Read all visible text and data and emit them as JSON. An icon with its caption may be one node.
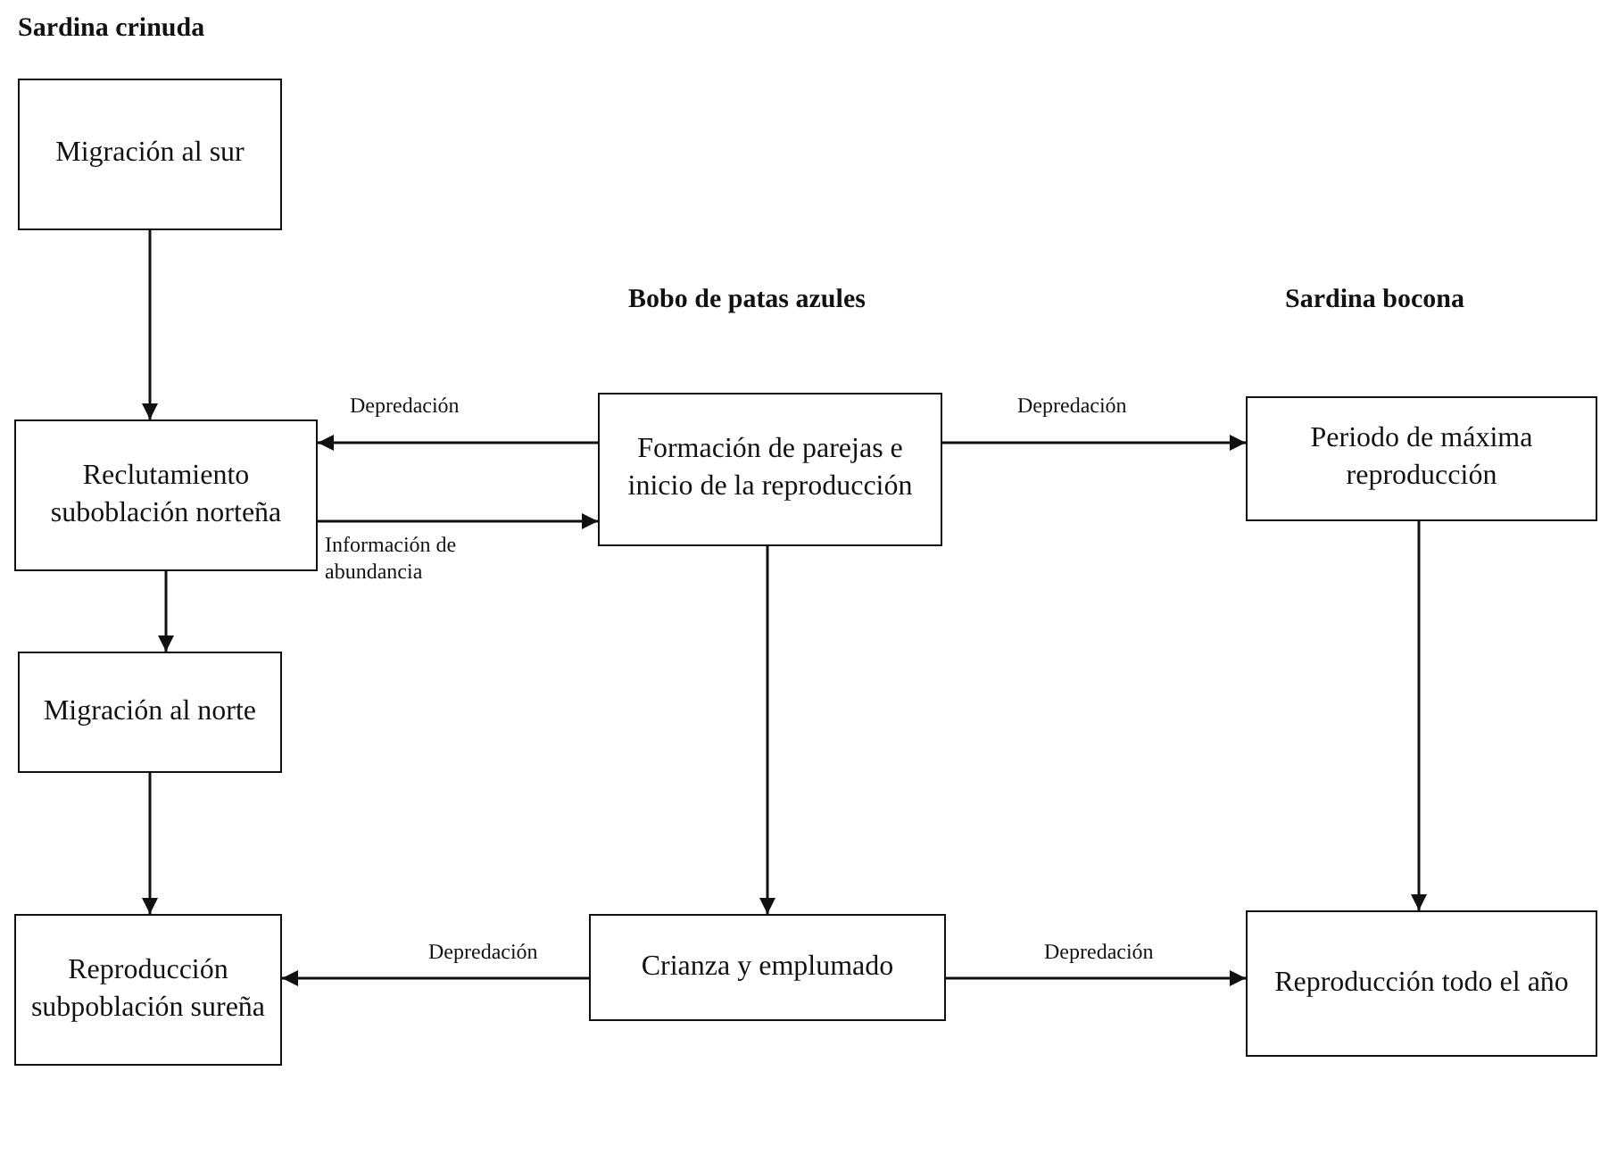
{
  "diagram": {
    "nodes": [
      {
        "text": [
          "Migración al sur"
        ]
      },
      {
        "text": [
          "Reclutamiento suboblación norteña"
        ]
      },
      {
        "text": [
          "Migración al norte"
        ]
      },
      {
        "text": [
          "Reproducción subpoblación sureña"
        ]
      },
      {
        "text": [
          "Formación de parejas e inicio de la reproducción"
        ]
      },
      {
        "text": [
          "Crianza y emplumado"
        ]
      },
      {
        "text": [
          "Periodo de máxima reproducción"
        ]
      },
      {
        "text": [
          "Reproducción todo el año"
        ]
      }
    ],
    "edges": [
      {
        "from": 0,
        "to": 1,
        "arrow": "to"
      },
      {
        "from": 4,
        "to": 1,
        "arrow": "to",
        "label": "Depredación"
      },
      {
        "from": 1,
        "to": 4,
        "arrow": "to",
        "label": "Información de abundancia"
      },
      {
        "from": 4,
        "to": 6,
        "arrow": "to",
        "label": "Depredación"
      },
      {
        "from": 1,
        "to": 2,
        "arrow": "to"
      },
      {
        "from": 4,
        "to": 5,
        "arrow": "to"
      },
      {
        "from": 6,
        "to": 7,
        "arrow": "to"
      },
      {
        "from": 2,
        "to": 3,
        "arrow": "to"
      },
      {
        "from": 5,
        "to": 3,
        "arrow": "to",
        "label": "Depredación"
      },
      {
        "from": 5,
        "to": 7,
        "arrow": "to",
        "label": "Depredación"
      }
    ],
    "labels": [
      "Sardina crinuda",
      "Bobo de patas azules",
      "Sardina bocona"
    ]
  }
}
